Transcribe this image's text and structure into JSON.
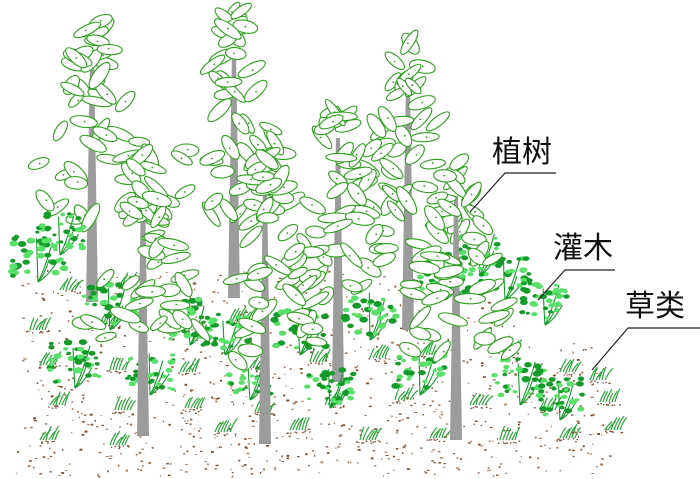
{
  "labels": {
    "trees": "植树",
    "shrubs": "灌木",
    "grass": "草类"
  },
  "colors": {
    "foliage_stroke": "#2e9e1e",
    "foliage_fill": "#ffffff",
    "trunk": "#9c9c9c",
    "shrub_dark": "#149a2a",
    "shrub_light": "#58e06a",
    "grass": "#2aa63a",
    "soil": "#7a4a2a",
    "leader_line": "#222222"
  }
}
